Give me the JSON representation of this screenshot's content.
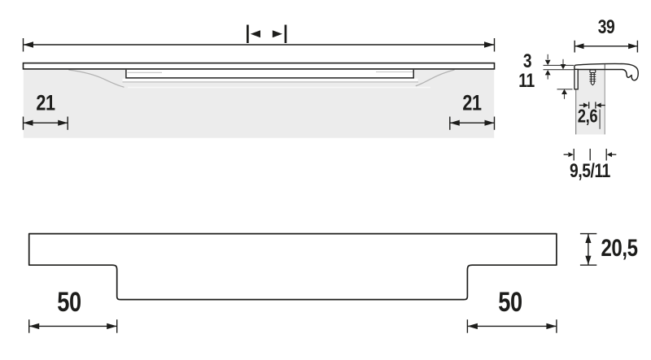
{
  "front_view": {
    "dim_left": "21",
    "dim_right": "21"
  },
  "cross_section": {
    "dim_width": "39",
    "dim_thickness": "3",
    "dim_leg_height": "11",
    "dim_slot_width": "2,6",
    "dim_drill_offset": "9,5/11"
  },
  "bottom_view": {
    "dim_left": "50",
    "dim_right": "50",
    "dim_height": "20,5"
  },
  "icons": {
    "variable_length": "variable-length-icon"
  },
  "colors": {
    "line": "#1d1d1b",
    "panel_fill": "#ececec",
    "ramp_line": "#b2b2b2",
    "background": "#ffffff"
  }
}
